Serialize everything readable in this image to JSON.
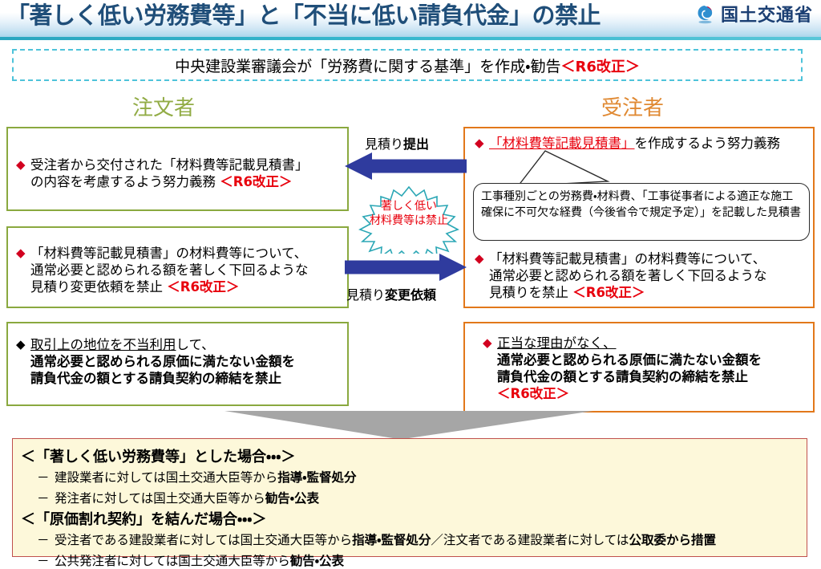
{
  "header": {
    "title": "「著しく低い労務費等」と「不当に低い請負代金」の禁止",
    "ministry_name": "国土交通省",
    "logo_icon": "mlit-swirl-logo-icon",
    "accent_color": "#1f4e79",
    "rule_color": "#2aa6bf"
  },
  "banner": {
    "text_before": "中央建設業審議会が「労務費に関する基準」を作成・勧告",
    "amendment_tag": "＜R6改正＞",
    "border_color": "#4ec3da",
    "amendment_color": "#e8000d"
  },
  "columns": {
    "left_heading": "注文者",
    "left_color": "#92ac46",
    "right_heading": "受注者",
    "right_color": "#e08a34"
  },
  "left_boxes": [
    {
      "id": "orderer-estimate-consideration",
      "bullet": "◆",
      "bullet_color": "#d2001f",
      "line1": "受注者から交付された「材料費等記載見積書」",
      "line2_plain": "の内容を考慮するよう努力義務 ",
      "line2_tag": "＜R6改正＞",
      "border_color": "#8aa93f"
    },
    {
      "id": "orderer-change-request-prohibition",
      "bullet": "◆",
      "bullet_color": "#d2001f",
      "line1": "「材料費等記載見積書」の材料費等について、",
      "line2": "通常必要と認められる額を著しく下回るような",
      "line3_plain": "見積り変更依頼を禁止 ",
      "line3_tag": "＜R6改正＞",
      "border_color": "#8aa93f"
    },
    {
      "id": "orderer-abuse-of-position-prohibition",
      "bullet": "◆",
      "bullet_color": "#000000",
      "line1_underline": "取引上の地位を不当利用",
      "line1_rest": "して、",
      "line2": "通常必要と認められる原価に満たない金額を",
      "line3": "請負代金の額とする請負契約の締結を禁止",
      "border_color": "#8aa93f"
    }
  ],
  "right_boxes": [
    {
      "id": "contractor-estimate-preparation-duty",
      "bullet": "◆",
      "bullet_color": "#d2001f",
      "underlined_red": "「材料費等記載見積書」",
      "rest": "を作成するよう努力義務",
      "border_color": "#e2781a"
    },
    {
      "id": "contractor-low-estimate-prohibition",
      "bullet": "◆",
      "bullet_color": "#d2001f",
      "line1": "「材料費等記載見積書」の材料費等について、",
      "line2": "通常必要と認められる額を著しく下回るような",
      "line3_plain": "見積りを禁止 ",
      "line3_tag": "＜R6改正＞"
    },
    {
      "id": "contractor-below-cost-contract-prohibition",
      "bullet": "◆",
      "bullet_color": "#d2001f",
      "line1_underline": "正当な理由がなく、",
      "line2": "通常必要と認められる原価に満たない金額を",
      "line3": "請負代金の額とする請負契約の締結を禁止",
      "line4_tag": "＜R6改正＞",
      "border_color": "#e2781a"
    }
  ],
  "callout": {
    "id": "estimate-contents-callout",
    "text": "工事種別ごとの労務費・材料費、「工事従事者による適正な施工確保に不可欠な経費（今後省令で規定予定）」を記載した見積書",
    "border_color": "#2b2b2b"
  },
  "arrows": {
    "up_arrow_label_plain": "見積り",
    "up_arrow_label_bold": "提出",
    "down_arrow_label_plain": "見積り",
    "down_arrow_label_bold": "変更依頼",
    "arrow_color": "#2f3b9e",
    "down_chevron_color": "#a6a6a6"
  },
  "starburst": {
    "line1": "著しく低い",
    "line2": "材料費等は禁止",
    "outline_color": "#2ba7b5",
    "text_color": "#e8000d"
  },
  "bottom_box": {
    "border_color": "#c0504d",
    "background_color": "#fdf8da",
    "sections": [
      {
        "heading": "＜「著しく低い労務費等」とした場合・・・＞",
        "items": [
          {
            "dash": "－",
            "plain1": "建設業者に対しては国土交通大臣等から",
            "bold1": "指導・監督処分",
            "plain2": "",
            "bold2": ""
          },
          {
            "dash": "－",
            "plain1": "発注者に対しては国土交通大臣等から",
            "bold1": "勧告・公表",
            "plain2": "",
            "bold2": ""
          }
        ]
      },
      {
        "heading": "＜「原価割れ契約」を結んだ場合・・・＞",
        "items": [
          {
            "dash": "－",
            "plain1": "受注者である建設業者に対しては国土交通大臣等から",
            "bold1": "指導・監督処分",
            "plain2": "／注文者である建設業者に対しては",
            "bold2": "公取委から措置"
          },
          {
            "dash": "－",
            "plain1": "公共発注者に対しては国土交通大臣等から",
            "bold1": "勧告・公表",
            "plain2": "",
            "bold2": ""
          }
        ]
      }
    ]
  }
}
